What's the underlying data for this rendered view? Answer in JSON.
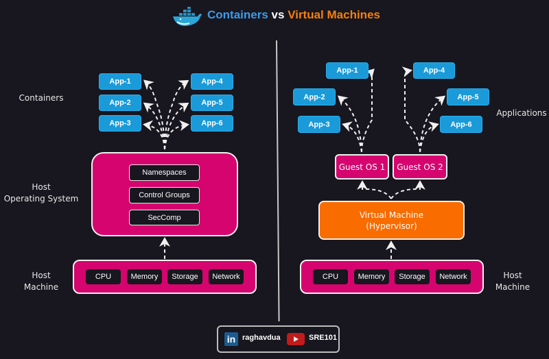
{
  "title": {
    "part1": "Containers",
    "part2": "vs",
    "part3": "Virtual Machines",
    "logo_icon": "docker-whale-icon"
  },
  "colors": {
    "app_blue": "#1a9ad8",
    "pink": "#d6046f",
    "orange": "#f86c00",
    "background": "#18161e",
    "title_blue": "#3d9be9",
    "title_orange": "#f5800e"
  },
  "containers_side": {
    "label_containers": "Containers",
    "label_host_os": [
      "Host",
      "Operating System"
    ],
    "label_host_machine": [
      "Host",
      "Machine"
    ],
    "apps": [
      "App-1",
      "App-2",
      "App-3",
      "App-4",
      "App-5",
      "App-6"
    ],
    "host_os_components": [
      "Namespaces",
      "Control Groups",
      "SecComp"
    ],
    "hardware": [
      "CPU",
      "Memory",
      "Storage",
      "Network"
    ]
  },
  "vm_side": {
    "label_applications": "Applications",
    "label_host_machine": [
      "Host",
      "Machine"
    ],
    "apps": [
      "App-1",
      "App-2",
      "App-3",
      "App-4",
      "App-5",
      "App-6"
    ],
    "guest_os": [
      "Guest OS 1",
      "Guest OS 2"
    ],
    "hypervisor": [
      "Virtual Machine",
      "(Hypervisor)"
    ],
    "hardware": [
      "CPU",
      "Memory",
      "Storage",
      "Network"
    ]
  },
  "footer": {
    "linkedin_icon": "linkedin-icon",
    "linkedin_handle": "raghavdua",
    "youtube_icon": "youtube-icon",
    "youtube_channel": "SRE101"
  }
}
